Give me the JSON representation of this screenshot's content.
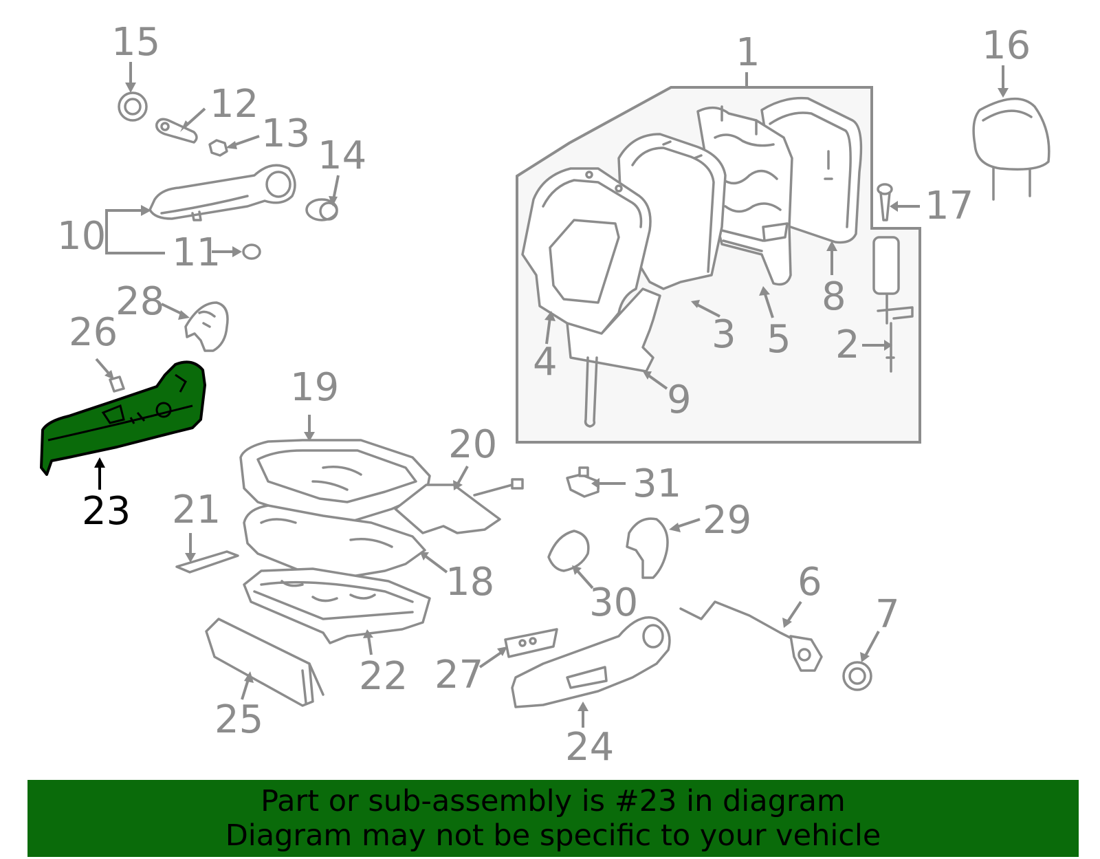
{
  "banner": {
    "line1": "Part or sub-assembly is #23 in diagram",
    "line2": "Diagram may not be specific to your vehicle"
  },
  "highlighted_part": "23",
  "colors": {
    "highlight": "#0a6b0a",
    "line": "#8c8c8c",
    "highlight_label": "#000000"
  },
  "labels": {
    "p1": "1",
    "p2": "2",
    "p3": "3",
    "p4": "4",
    "p5": "5",
    "p6": "6",
    "p7": "7",
    "p8": "8",
    "p9": "9",
    "p10": "10",
    "p11": "11",
    "p12": "12",
    "p13": "13",
    "p14": "14",
    "p15": "15",
    "p16": "16",
    "p17": "17",
    "p18": "18",
    "p19": "19",
    "p20": "20",
    "p21": "21",
    "p22": "22",
    "p23": "23",
    "p24": "24",
    "p25": "25",
    "p26": "26",
    "p27": "27",
    "p28": "28",
    "p29": "29",
    "p30": "30",
    "p31": "31"
  }
}
